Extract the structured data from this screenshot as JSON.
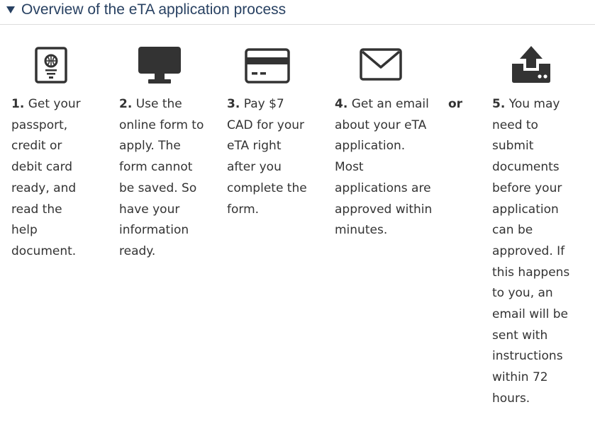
{
  "header": {
    "title": "Overview of the eTA application process"
  },
  "steps": [
    {
      "num": "1.",
      "text": "Get your passport, credit or debit card ready, and read the help document.",
      "icon": "passport-icon"
    },
    {
      "num": "2.",
      "text": "Use the online form to apply. The form cannot be saved. So have your information ready.",
      "icon": "computer-monitor-icon"
    },
    {
      "num": "3.",
      "text": "Pay $7 CAD for your eTA right after you complete the form.",
      "icon": "credit-card-icon"
    },
    {
      "num": "4.",
      "text": "Get an email about your eTA application. Most applications are approved within minutes.",
      "icon": "envelope-icon"
    },
    {
      "num": "5.",
      "text": "You may need to submit documents before your application can be approved. If this happens to you, an email will be sent with instructions within 72 hours.",
      "icon": "upload-icon"
    }
  ],
  "or_label": "or",
  "colors": {
    "heading": "#284162",
    "text": "#333333",
    "icon": "#333333"
  }
}
